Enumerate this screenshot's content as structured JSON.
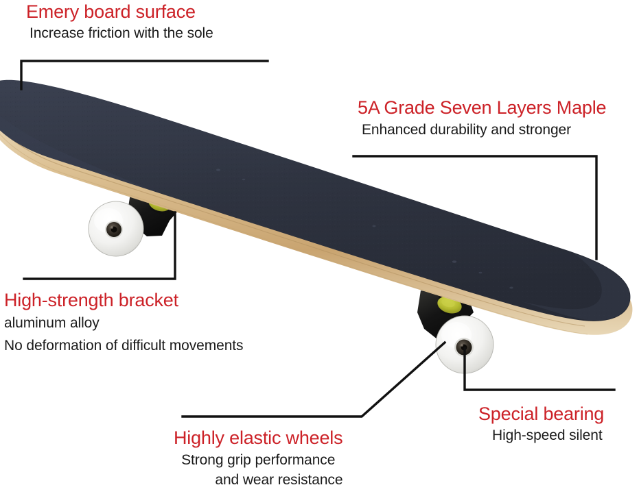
{
  "page": {
    "title": "Skateboard product feature infographic",
    "background_color": "#ffffff",
    "accent_color": "#cc2127",
    "body_text_color": "#1a1a1a",
    "leader_line_color": "#111111"
  },
  "product": {
    "name": "skateboard",
    "deck_griptape_color": "#2f3441",
    "deck_wood_color": "#d8bd90",
    "truck_color": "#1c1c1c",
    "bushing_color": "#b9bf33",
    "wheel_color": "#f4f4f2",
    "bearing_color": "#2a2520"
  },
  "callouts": [
    {
      "id": "emery",
      "title": "Emery board surface",
      "subtitle": "Increase friction with the sole",
      "points_to": "deck-griptape-nose"
    },
    {
      "id": "maple",
      "title": "5A Grade Seven Layers Maple",
      "subtitle": "Enhanced durability and stronger",
      "points_to": "deck-wood-plies"
    },
    {
      "id": "bracket",
      "title": "High-strength bracket",
      "subtitle": "aluminum alloy",
      "subtitle2": "No deformation of difficult movements",
      "points_to": "front-truck"
    },
    {
      "id": "wheels",
      "title": "Highly elastic wheels",
      "subtitle": "Strong grip performance",
      "subtitle2": "and wear resistance",
      "points_to": "rear-wheel"
    },
    {
      "id": "bearing",
      "title": "Special bearing",
      "subtitle": "High-speed silent",
      "points_to": "rear-wheel-bearing"
    }
  ]
}
